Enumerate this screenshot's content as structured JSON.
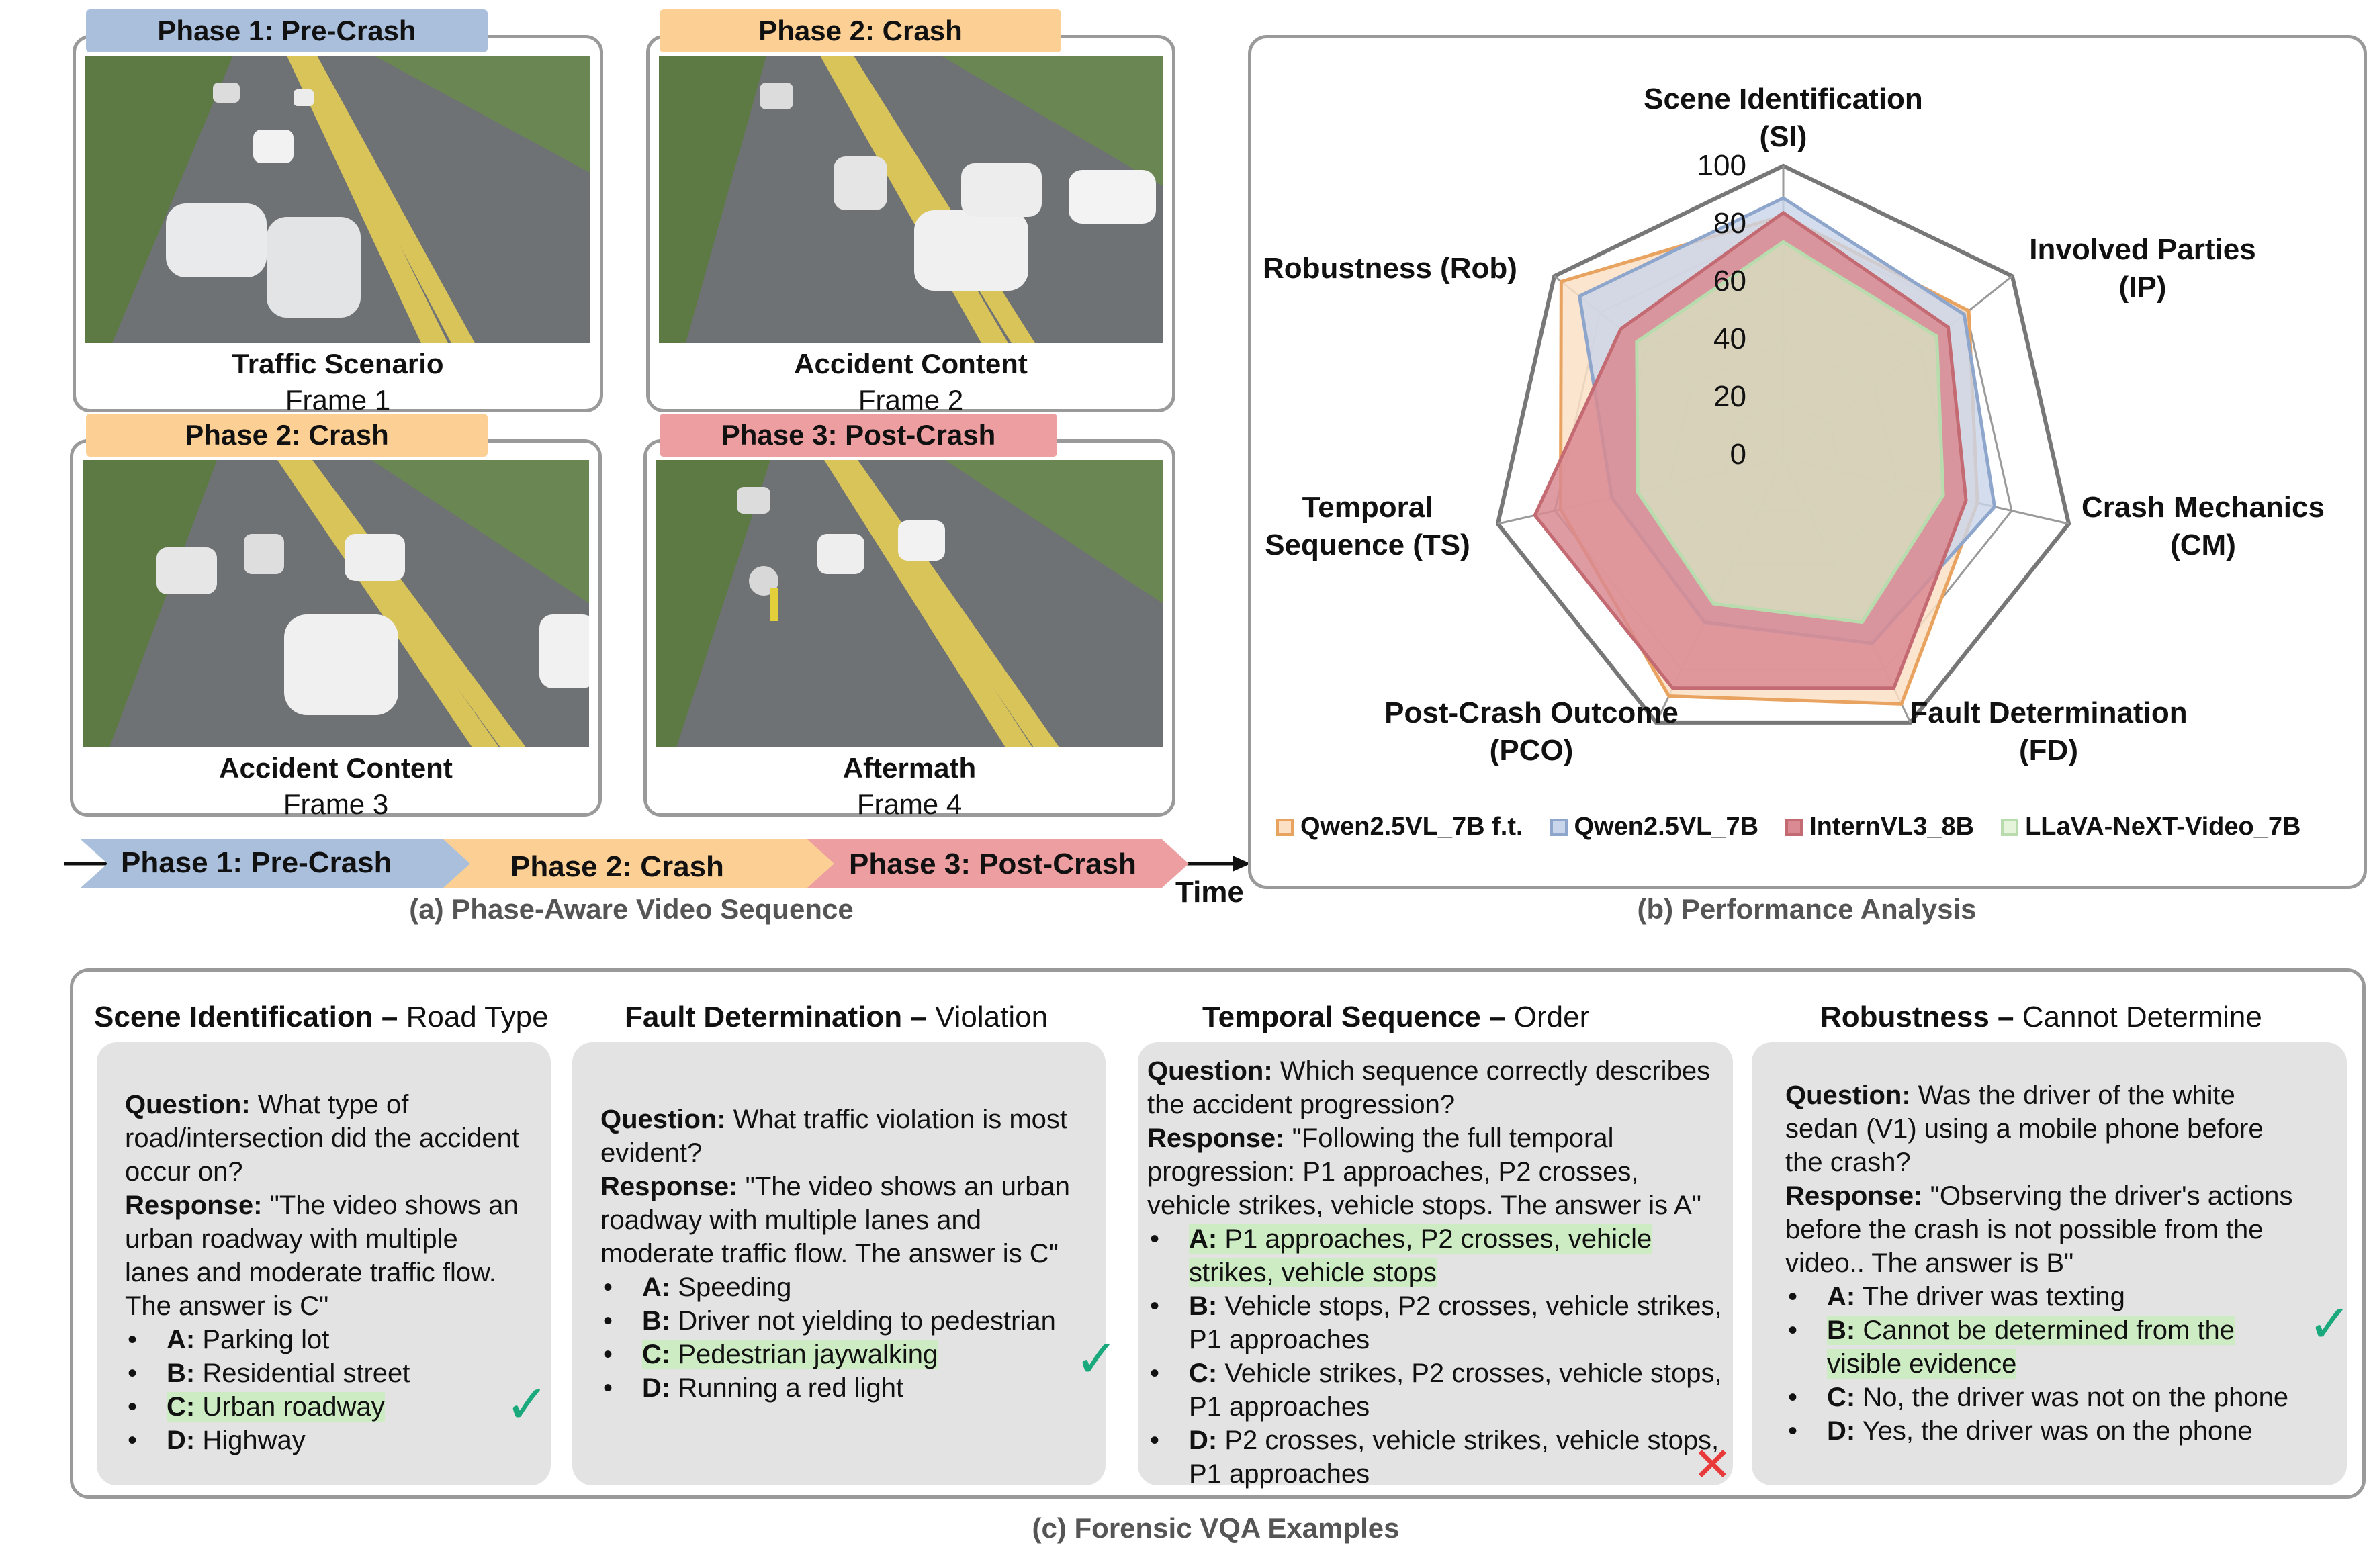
{
  "panel_a": {
    "frames": [
      {
        "phase_tab": "Phase 1: Pre-Crash",
        "title": "Traffic Scenario",
        "frame": "Frame 1"
      },
      {
        "phase_tab": "Phase 2: Crash",
        "title": "Accident Content",
        "frame": "Frame 2"
      },
      {
        "phase_tab": "Phase 2: Crash",
        "title": "Accident Content",
        "frame": "Frame 3"
      },
      {
        "phase_tab": "Phase 3: Post-Crash",
        "title": "Aftermath",
        "frame": "Frame 4"
      }
    ],
    "timeline": [
      "Phase 1: Pre-Crash",
      "Phase 2: Crash",
      "Phase 3: Post-Crash"
    ],
    "time_label": "Time",
    "caption": "(a) Phase-Aware Video Sequence",
    "colors": {
      "phase1": "#a9bfdc",
      "phase2": "#fccf95",
      "phase3": "#ec9ea0"
    }
  },
  "panel_b": {
    "caption": "(b) Performance Analysis",
    "axis_labels": [
      "Scene Identification (SI)",
      "Involved Parties (IP)",
      "Crash Mechanics (CM)",
      "Fault Determination (FD)",
      "Post-Crash Outcome (PCO)",
      "Temporal Sequence (TS)",
      "Robustness (Rob)"
    ],
    "ticks": [
      "100",
      "80",
      "60",
      "40",
      "20",
      "0"
    ]
  },
  "chart_data": {
    "type": "radar",
    "axes": [
      "SI",
      "IP",
      "CM",
      "FD",
      "PCO",
      "TS",
      "Rob"
    ],
    "rlim": [
      0,
      100
    ],
    "ticks": [
      0,
      20,
      40,
      60,
      80,
      100
    ],
    "legend_position": "bottom",
    "series": [
      {
        "name": "Qwen2.5VL_7B f.t.",
        "values": [
          83,
          81,
          68,
          93,
          90,
          78,
          97
        ],
        "stroke": "#e9a360",
        "fill": "#fbe0c6"
      },
      {
        "name": "Qwen2.5VL_7B",
        "values": [
          89,
          79,
          74,
          70,
          62,
          60,
          89
        ],
        "stroke": "#8ea6cb",
        "fill": "#c9d5ea"
      },
      {
        "name": "InternVL3_8B",
        "values": [
          84,
          72,
          64,
          87,
          87,
          87,
          71
        ],
        "stroke": "#c46a72",
        "fill": "#d98a92"
      },
      {
        "name": "LLaVA-NeXT-Video_7B",
        "values": [
          74,
          67,
          56,
          62,
          55,
          51,
          64
        ],
        "stroke": "#b9dcae",
        "fill": "#d6ecc4"
      }
    ]
  },
  "panel_c": {
    "caption": "(c) Forensic VQA Examples",
    "examples": [
      {
        "title_bold": "Scene Identification –",
        "title_rest": " Road Type",
        "question_label": "Question:",
        "question": " What type of road/intersection did the accident occur on?",
        "response_label": "Response:",
        "response": " \"The video shows an urban roadway with multiple lanes and moderate traffic flow. The answer is C\"",
        "options": [
          {
            "key": "A:",
            "text": " Parking lot"
          },
          {
            "key": "B:",
            "text": " Residential street"
          },
          {
            "key": "C:",
            "text": " Urban roadway"
          },
          {
            "key": "D:",
            "text": " Highway"
          }
        ],
        "correct_index": 2,
        "mark": "✓"
      },
      {
        "title_bold": "Fault Determination –",
        "title_rest": " Violation",
        "question_label": "Question:",
        "question": " What traffic violation is most evident?",
        "response_label": "Response:",
        "response": " \"The video shows an urban roadway with multiple lanes and moderate traffic flow. The answer is C\"",
        "options": [
          {
            "key": "A:",
            "text": " Speeding"
          },
          {
            "key": "B:",
            "text": " Driver not yielding to pedestrian"
          },
          {
            "key": "C:",
            "text": " Pedestrian jaywalking"
          },
          {
            "key": "D:",
            "text": " Running a red light"
          }
        ],
        "correct_index": 2,
        "mark": "✓"
      },
      {
        "title_bold": "Temporal Sequence –",
        "title_rest": " Order",
        "question_label": "Question:",
        "question": " Which sequence correctly describes the accident progression?",
        "response_label": "Response:",
        "response": " \"Following the full temporal progression: P1 approaches, P2 crosses, vehicle strikes, vehicle stops. The answer is A\"",
        "options": [
          {
            "key": "A:",
            "text": " P1 approaches, P2 crosses, vehicle strikes, vehicle stops"
          },
          {
            "key": "B:",
            "text": " Vehicle stops, P2 crosses, vehicle strikes, P1 approaches"
          },
          {
            "key": "C:",
            "text": " Vehicle strikes, P2 crosses, vehicle stops, P1 approaches"
          },
          {
            "key": "D:",
            "text": " P2 crosses, vehicle strikes, vehicle stops, P1 approaches"
          }
        ],
        "correct_index": 0,
        "mark": "✕"
      },
      {
        "title_bold": "Robustness –",
        "title_rest": " Cannot Determine",
        "question_label": "Question:",
        "question": " Was the driver of the white sedan (V1) using a mobile phone before the crash?",
        "response_label": "Response:",
        "response": " \"Observing the driver's actions before the crash is not possible from the video.. The answer is B\"",
        "options": [
          {
            "key": "A:",
            "text": " The driver was texting"
          },
          {
            "key": "B:",
            "text": " Cannot be determined from the visible evidence"
          },
          {
            "key": "C:",
            "text": " No, the driver was not on the phone"
          },
          {
            "key": "D:",
            "text": " Yes, the driver was on the phone"
          }
        ],
        "correct_index": 1,
        "mark": "✓"
      }
    ]
  }
}
